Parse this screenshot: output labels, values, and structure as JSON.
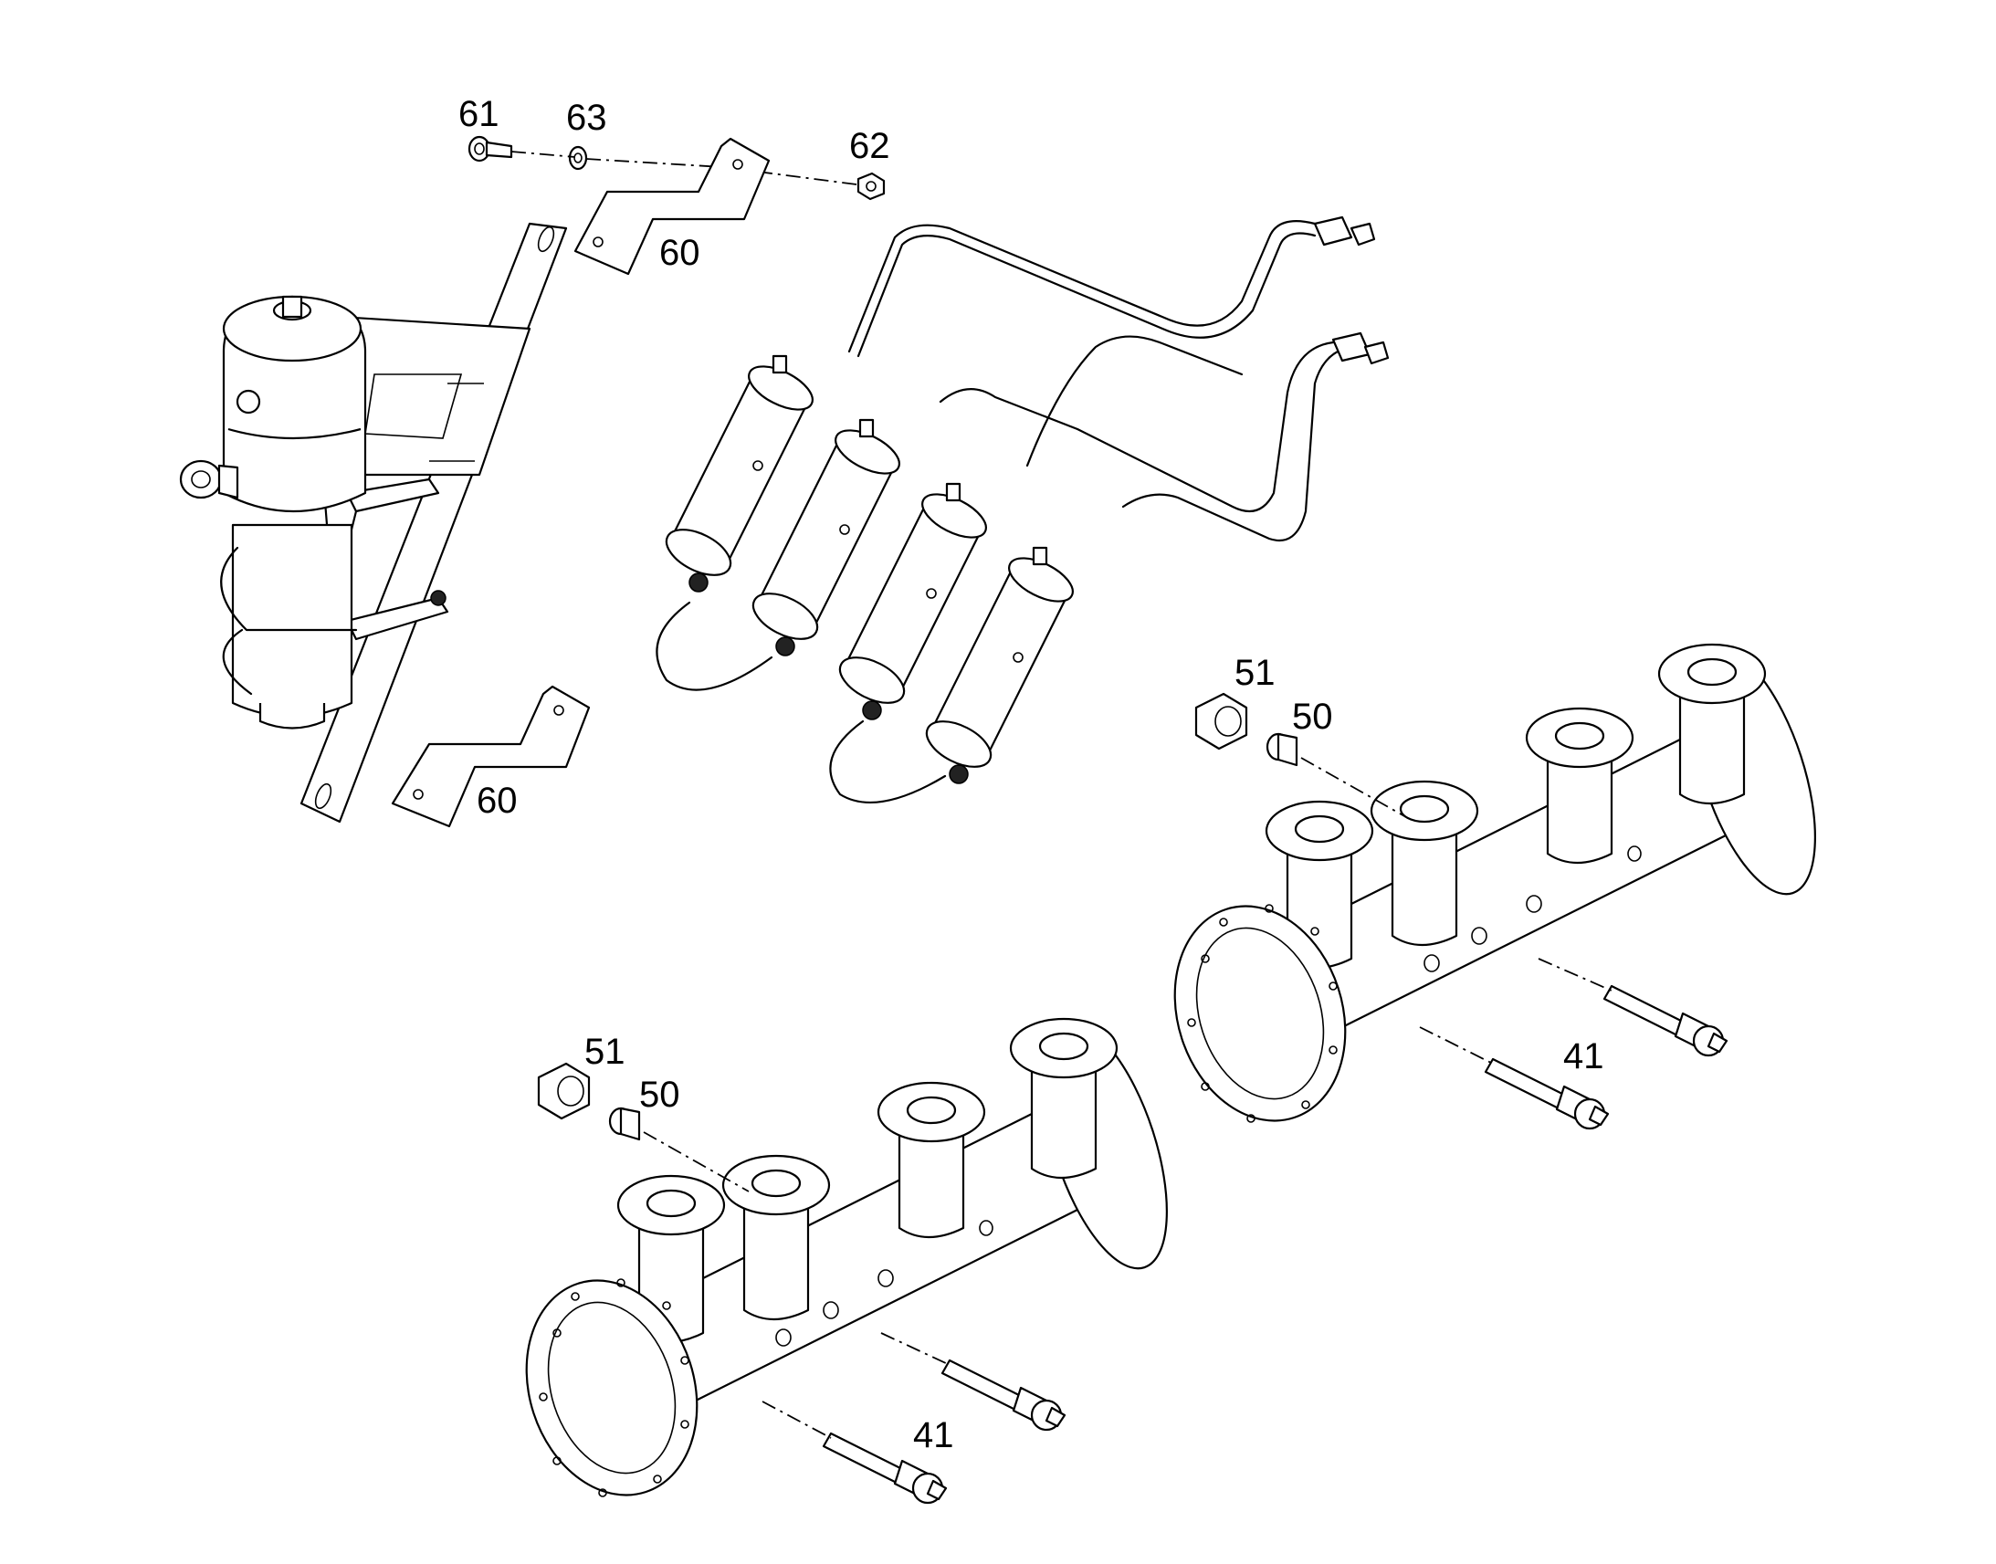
{
  "colors": {
    "line": "#000000",
    "background": "#ffffff"
  },
  "callouts": {
    "c61": "61",
    "c63": "63",
    "c62": "62",
    "c60a": "60",
    "c60b": "60",
    "c51a": "51",
    "c50a": "50",
    "c41a": "41",
    "c51b": "51",
    "c50b": "50",
    "c41b": "41"
  }
}
